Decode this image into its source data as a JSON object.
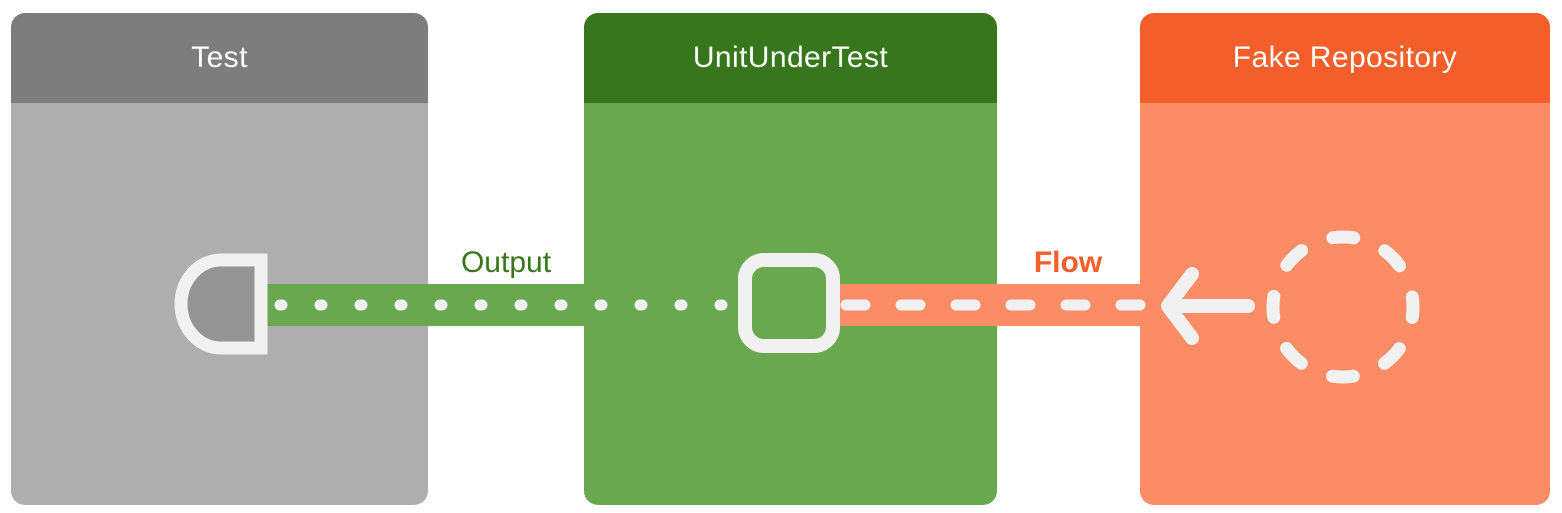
{
  "diagram": {
    "boxes": [
      {
        "title": "Test"
      },
      {
        "title": "UnitUnderTest"
      },
      {
        "title": "Fake Repository"
      }
    ],
    "connections": [
      {
        "label": "Output",
        "style": "dotted-line",
        "from": "UnitUnderTest",
        "to": "Test"
      },
      {
        "label": "Flow",
        "style": "dashed-line-with-arrow",
        "from": "Fake Repository",
        "to": "UnitUnderTest"
      }
    ],
    "icons": {
      "test": "collector-icon",
      "unit_under_test": "rounded-square-icon",
      "fake_repository": "dashed-circle-icon"
    }
  },
  "colors": {
    "gray-header": "#7d7d7d",
    "gray-body": "#aeaeae",
    "gray-icon-fill": "#949494",
    "green-header": "#38761d",
    "green-body": "#6aa84f",
    "orange-header": "#f45e2b",
    "orange-body": "#fb8c66",
    "icon-white": "#f1f1f1",
    "header-text": "#ffffff"
  }
}
